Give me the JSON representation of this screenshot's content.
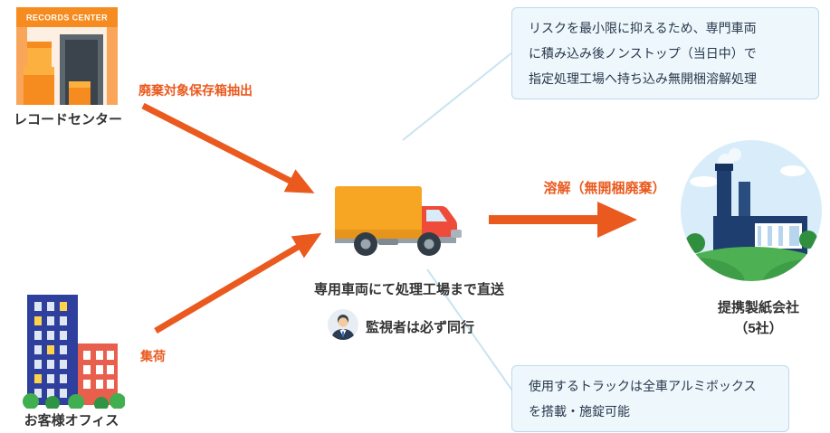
{
  "colors": {
    "arrow_orange": "#ea5a1f",
    "accent_text_orange": "#ea5a1f",
    "dark_text": "#333333",
    "callout_bg": "#eef7fc",
    "callout_border": "#badbee",
    "connector_blue": "#c9e3f2"
  },
  "nodes": {
    "records_center": {
      "sign": "RECORDS CENTER",
      "label": "レコードセンター"
    },
    "customer_office": {
      "label": "お客様オフィス"
    },
    "truck": {
      "caption": "専用車両にて処理工場まで直送"
    },
    "supervisor": {
      "caption": "監視者は必ず同行"
    },
    "paper_company": {
      "label": "提携製紙会社",
      "sublabel": "（5社）"
    }
  },
  "arrows": {
    "extract_label": "廃棄対象保存箱抽出",
    "pickup_label": "集荷",
    "dissolve_label": "溶解（無開梱廃棄）"
  },
  "callouts": {
    "top": {
      "lines": [
        "リスクを最小限に抑えるため、専門車両",
        "に積み込み後ノンストップ（当日中）で",
        "指定処理工場へ持ち込み無開梱溶解処理"
      ]
    },
    "bottom": {
      "lines": [
        "使用するトラックは全車アルミボックス",
        "を搭載・施錠可能"
      ]
    }
  }
}
